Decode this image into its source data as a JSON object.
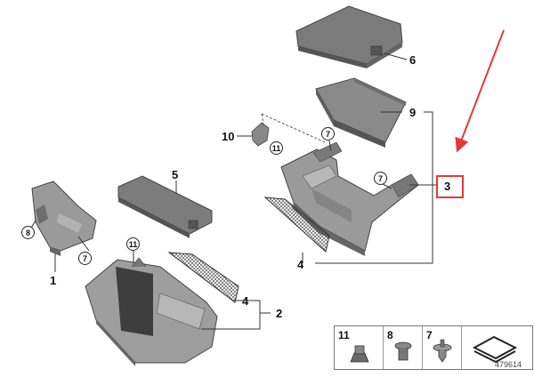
{
  "diagram": {
    "callouts": {
      "c1": "1",
      "c2": "2",
      "c3": "3",
      "c4a": "4",
      "c4b": "4",
      "c5": "5",
      "c6": "6",
      "c9": "9",
      "c10": "10"
    },
    "circled": {
      "c7a": "7",
      "c7b": "7",
      "c7c": "7",
      "c8": "8",
      "c11a": "11",
      "c11b": "11"
    },
    "legend": [
      "11",
      "8",
      "7"
    ],
    "diagram_id": "479614",
    "colors": {
      "part": "#7d7d7d",
      "part_dark": "#5f5f5f",
      "part_light": "#a9a9a9",
      "highlight": "#e53935",
      "arrow": "#e53935"
    }
  }
}
